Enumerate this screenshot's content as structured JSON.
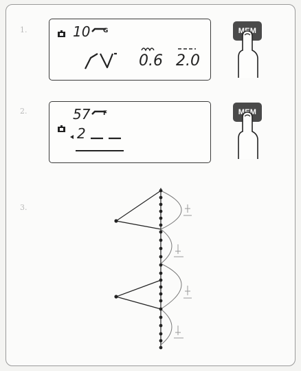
{
  "steps": {
    "one": "1.",
    "two": "2.",
    "three": "3."
  },
  "panel1": {
    "number": "10",
    "foot": "G",
    "width": "0.6",
    "length": "2.0"
  },
  "panel2": {
    "number": "57",
    "foot": "F",
    "entry": "2"
  },
  "buttons": {
    "mem_label": "MEM"
  },
  "colors": {
    "lcd_border": "#3a3a3a",
    "button": "#4a4a4a",
    "ink": "#222222"
  },
  "icons": [
    "memory-slot-icon",
    "presser-foot-icon",
    "zigzag-stitch-icon",
    "finger-press-icon"
  ]
}
